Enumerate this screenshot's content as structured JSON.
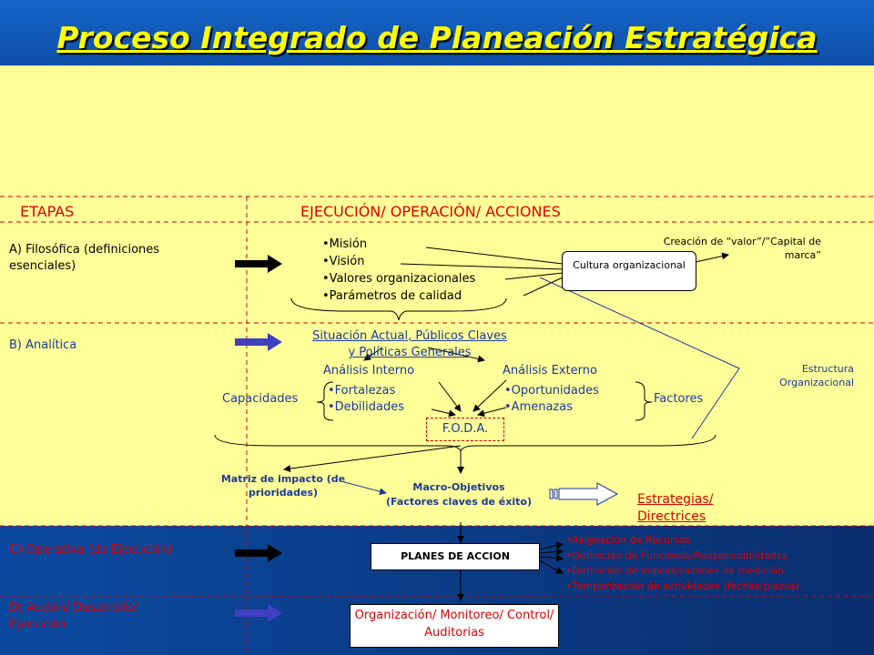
{
  "title": "Proceso Integrado de Planeación Estratégica",
  "headers": {
    "etapas": "ETAPAS",
    "ejecucion": "EJECUCIÓN/ OPERACIÓN/ ACCIONES"
  },
  "stages": {
    "a": "A) Filosófica (definiciones esenciales)",
    "b": "B) Analítica",
    "c": "C) Operativa (de Ejecución)",
    "d": "D) Acción/ Desarrollo/ Ejecución"
  },
  "philosophy_items": [
    "Misión",
    "Visión",
    "Valores organizacionales",
    "Parámetros de calidad"
  ],
  "cultura": "Cultura organizacional",
  "creacion_valor": "Creación de “valor”/”Capital de marca”",
  "situacion": "Situación Actual, Públicos Claves y Políticas Generales",
  "analisis_interno": "Análisis Interno",
  "analisis_externo": "Análisis Externo",
  "capacidades": "Capacidades",
  "internal_items": [
    "Fortalezas",
    "Debilidades"
  ],
  "external_items": [
    "Oportunidades",
    "Amenazas"
  ],
  "factores": "Factores",
  "estructura": "Estructura Organizacional",
  "foda": "F.O.D.A.",
  "matriz": "Matriz de impacto (de prioridades)",
  "macro": "Macro-Objetivos (Factores claves de éxito)",
  "estrategias": "Estrategias/ Directrices",
  "planes": "PLANES DE ACCION",
  "action_items": [
    "Asignación de Recursos",
    "Definición de Funciones/Responsabilidades",
    "Definición de índices/razones de medición",
    "Temporización de actividades (fechas/plazos)"
  ],
  "organizacion": "Organización/ Monitoreo/ Control/ Auditorias",
  "colors": {
    "accent_red": "#e00000",
    "title_yellow": "#ffff00",
    "blue_text": "#1a3a9a",
    "arrow_blue": "#4040c0"
  }
}
